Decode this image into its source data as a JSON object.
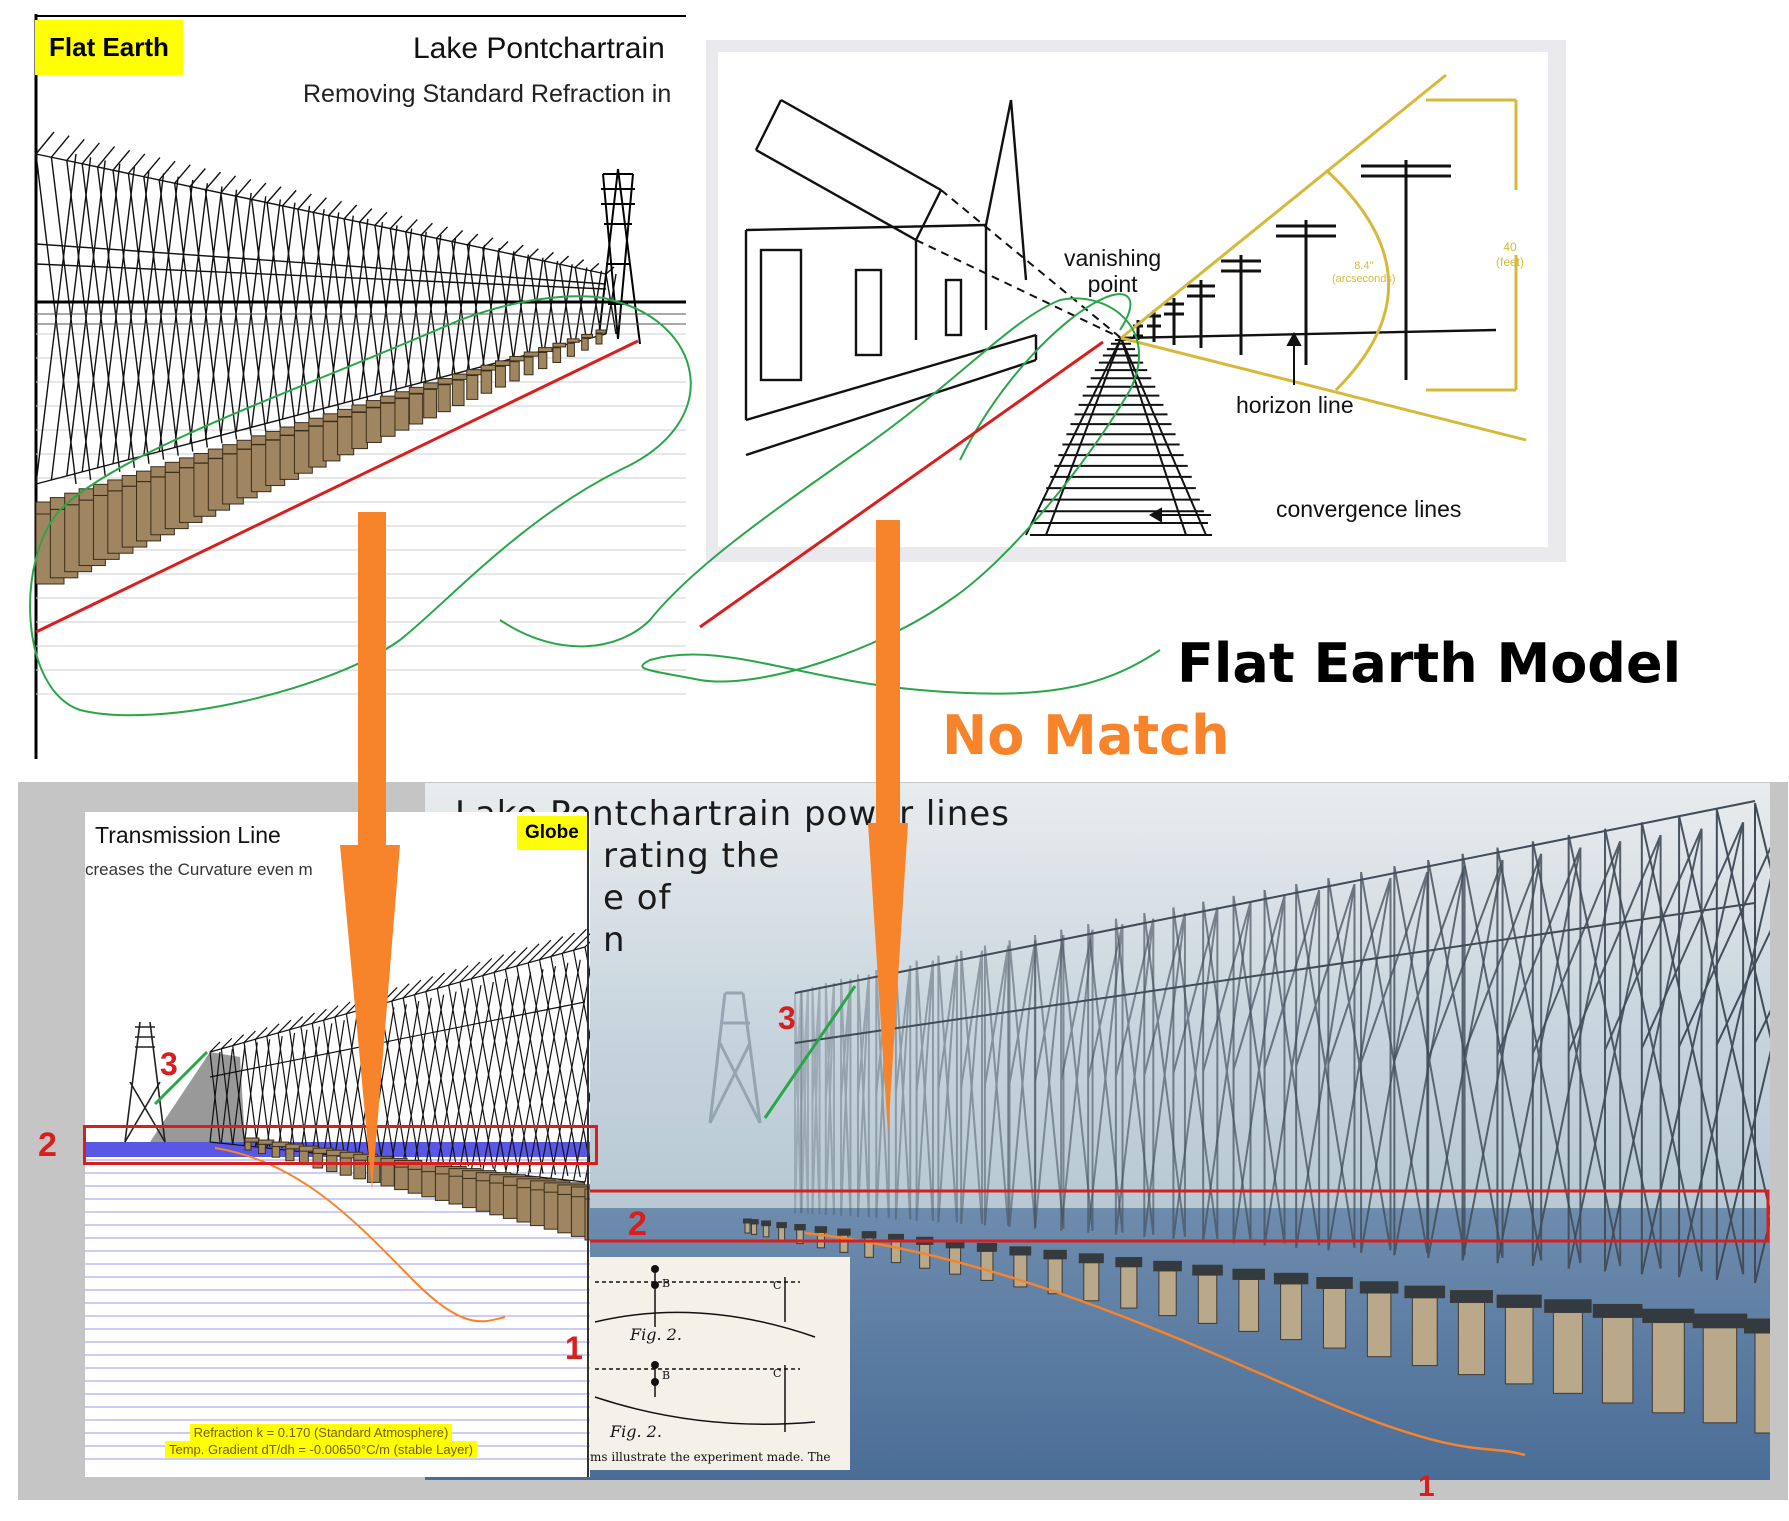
{
  "flat_panel": {
    "tag": "Flat Earth",
    "title": "Lake Pontchartrain",
    "subtitle": "Removing Standard Refraction in"
  },
  "perspective_panel": {
    "vanishing_point_line1": "vanishing",
    "vanishing_point_line2": "point",
    "horizon_label": "horizon line",
    "convergence_label": "convergence lines",
    "angle_label": "8.4\"",
    "angle_unit": "(arcseconds)",
    "height_label": "40",
    "height_unit": "(feet)"
  },
  "overlay": {
    "model_label": "Flat Earth Model",
    "verdict_label": "No Match"
  },
  "globe_panel": {
    "tag": "Globe",
    "title": "Transmission Line",
    "subtitle": "creases the Curvature even m",
    "refraction_line1": "Refraction k = 0.170 (Standard Atmosphere)",
    "refraction_line2": "Temp. Gradient dT/dh = -0.00650°C/m (stable Layer)"
  },
  "photo_panel": {
    "caption_line1": "Lake Pontchartrain power lines",
    "caption_line2": "rating the",
    "caption_line3": "e of",
    "caption_line4": "n",
    "inset_fig1": "Fig. 2.",
    "inset_fig2": "Fig. 2.",
    "inset_b1": "B",
    "inset_c1": "C",
    "inset_b2": "B",
    "inset_c2": "C",
    "inset_caption": "ms illustrate the experiment made.   The"
  },
  "markers": {
    "one": "1",
    "two": "2",
    "three": "3"
  },
  "colors": {
    "tag_yellow": "#ffff00",
    "red": "#d91e1e",
    "orange": "#f7842a",
    "green": "#2aa64a",
    "deck_brown": "#a08660",
    "horizon_yellow": "#d6b93a",
    "water_blue": "#5b7fa8",
    "sky_blue": "#c9d6df"
  }
}
